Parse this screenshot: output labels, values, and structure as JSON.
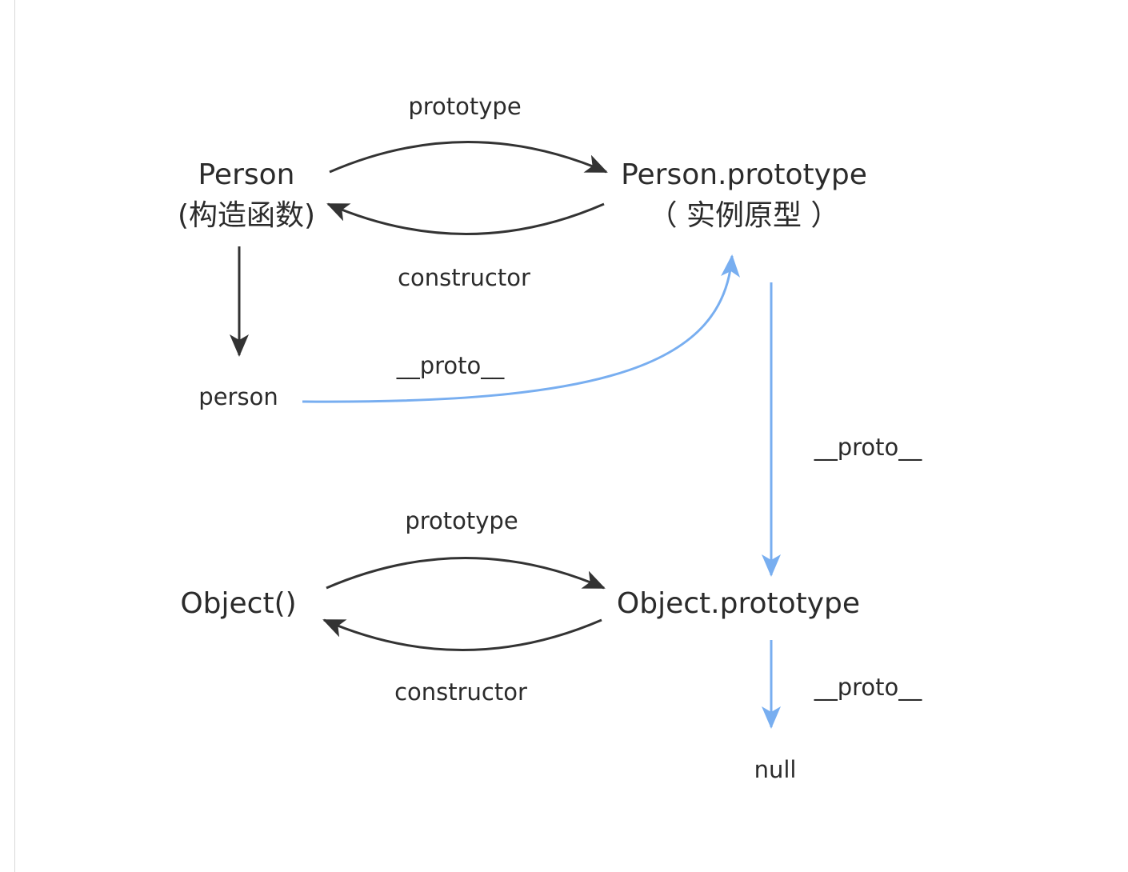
{
  "colors": {
    "black_edge": "#333333",
    "blue_edge": "#78aef0",
    "text": "#2b2b2b"
  },
  "nodes": {
    "person_ctor": {
      "line1": "Person",
      "line2": "(构造函数)"
    },
    "person_proto": {
      "line1": "Person.prototype",
      "line2": "（ 实例原型 ）"
    },
    "person_instance": {
      "label": "person"
    },
    "object_ctor": {
      "label": "Object()"
    },
    "object_proto": {
      "label": "Object.prototype"
    },
    "null_node": {
      "label": "null"
    }
  },
  "edges": {
    "person_prototype": {
      "label": "prototype"
    },
    "person_constructor": {
      "label": "constructor"
    },
    "person_instance_proto": {
      "label": "__proto__"
    },
    "person_proto_to_object_proto": {
      "label": "__proto__"
    },
    "object_prototype": {
      "label": "prototype"
    },
    "object_constructor": {
      "label": "constructor"
    },
    "object_proto_to_null": {
      "label": "__proto__"
    }
  }
}
